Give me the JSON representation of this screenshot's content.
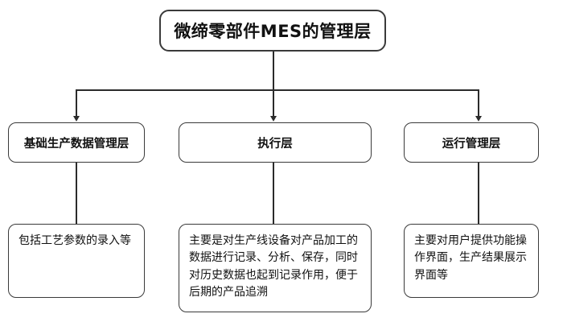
{
  "diagram": {
    "type": "hierarchy-tree",
    "title_node": {
      "label": "微缔零部件MES的管理层"
    },
    "layers": [
      {
        "label": "基础生产数据管理层"
      },
      {
        "label": "执行层"
      },
      {
        "label": "运行管理层"
      }
    ],
    "details": [
      {
        "label": "包括工艺参数的录入等"
      },
      {
        "label": "主要是对生产线设备对产品加工的数据进行记录、分析、保存，同时对历史数据也起到记录作用，便于后期的产品追溯"
      },
      {
        "label": "主要对用户提供功能操作界面，生产结果展示界面等"
      }
    ],
    "colors": {
      "background": "#ffffff",
      "node_border": "#3a3a3a",
      "connector": "#2b2b2b",
      "text": "#111111"
    }
  }
}
